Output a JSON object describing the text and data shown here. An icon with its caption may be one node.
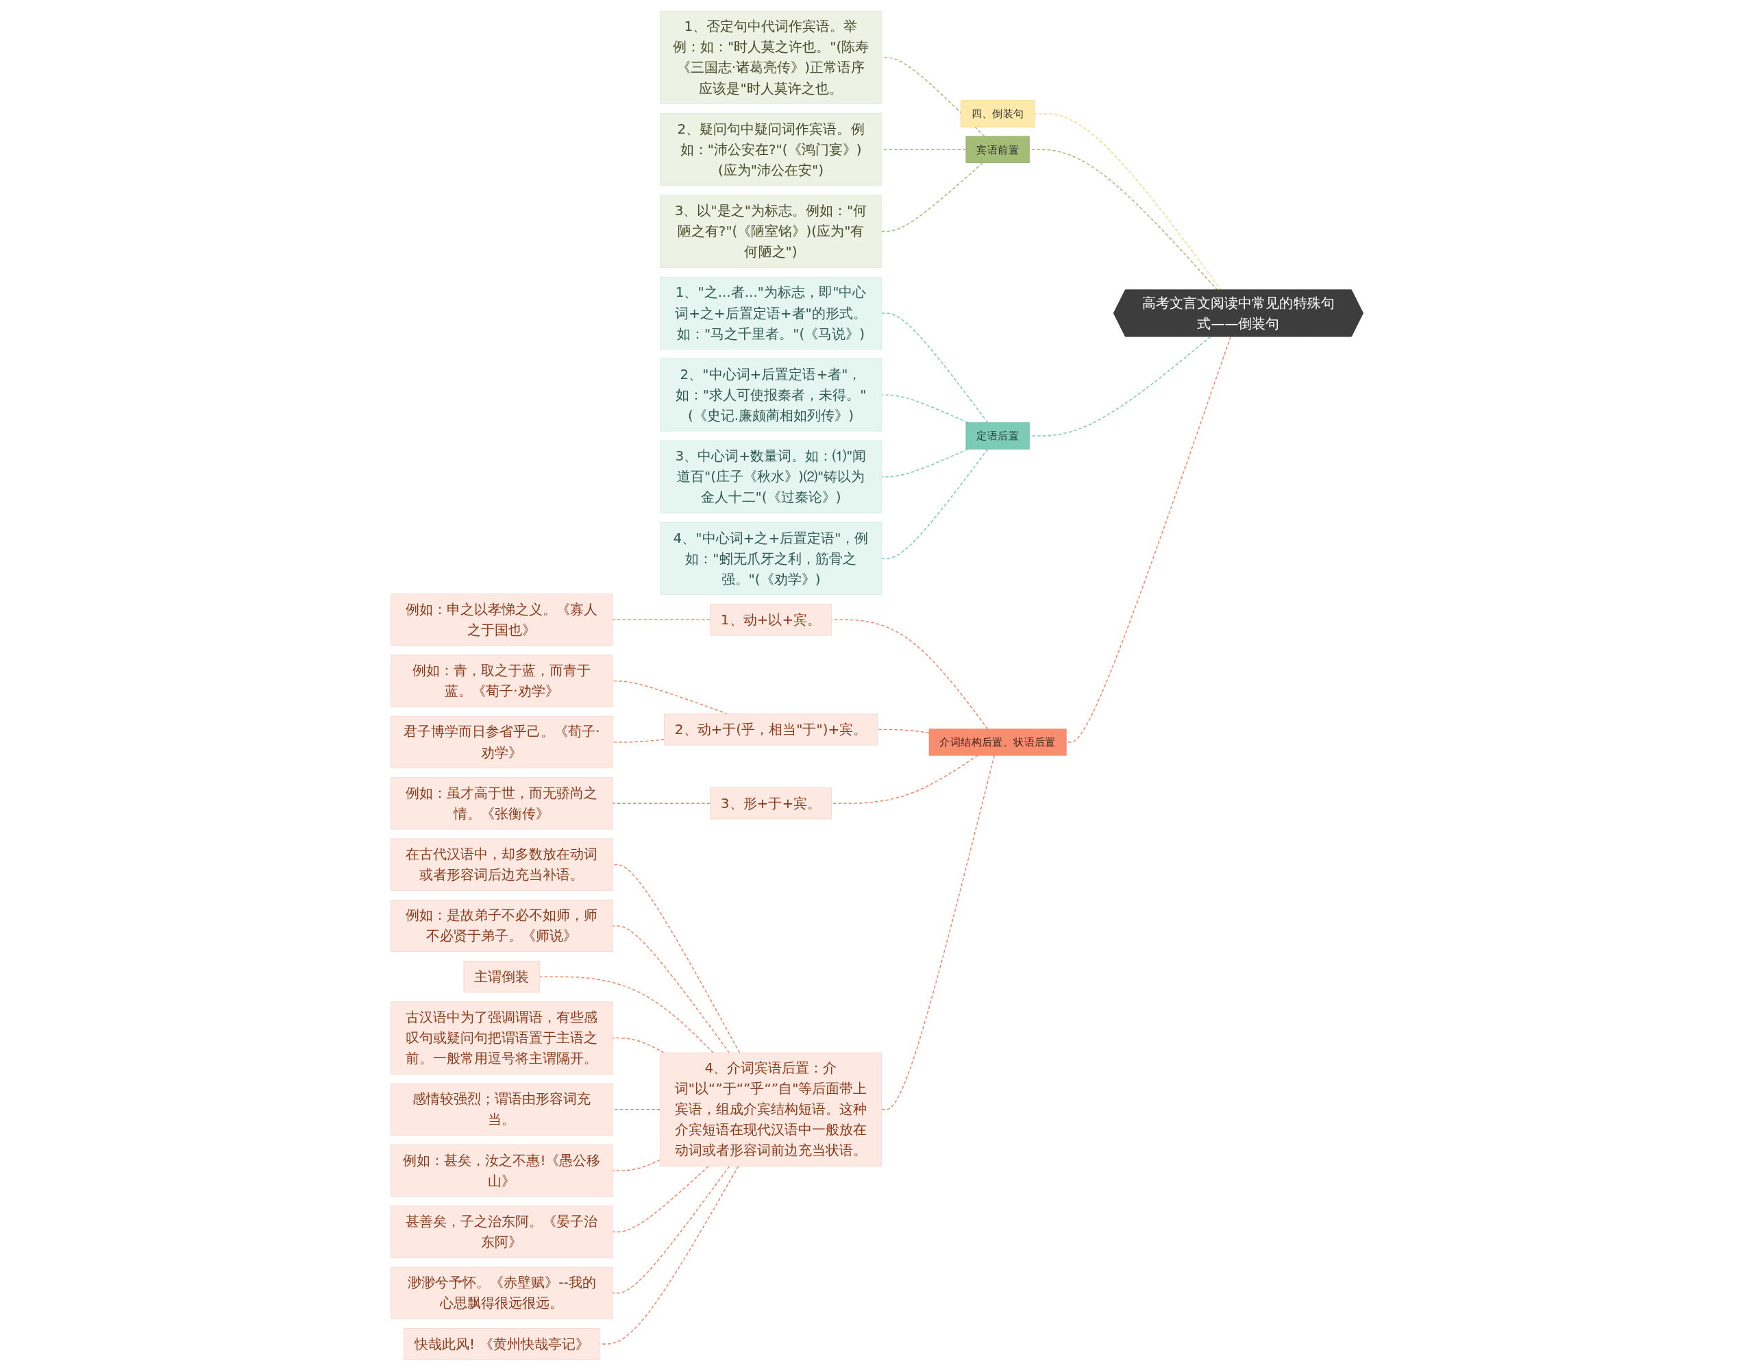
{
  "diagram": {
    "nodes": [
      {
        "text": [
          "高考文言文阅读中常见的特殊句式——倒装句"
        ]
      },
      {
        "text": [
          "四、倒装句"
        ]
      },
      {
        "text": [
          "宾语前置"
        ]
      },
      {
        "text": [
          "1、否定句中代词作宾语。举例：如：\"时人莫之许也。\"(陈寿《三国志·诸葛亮传》)正常语序应该是\"时人莫许之也。"
        ]
      },
      {
        "text": [
          "2、疑问句中疑问词作宾语。例如：\"沛公安在?\"(《鸿门宴》)(应为\"沛公在安\")"
        ]
      },
      {
        "text": [
          "3、以\"是之\"为标志。例如：\"何陋之有?\"(《陋室铭》)(应为\"有何陋之\")"
        ]
      },
      {
        "text": [
          "介词结构后置、状语后置"
        ]
      },
      {
        "text": [
          "1、动+以+宾。"
        ]
      },
      {
        "text": [
          "例如：申之以孝悌之义。《寡人之于国也》"
        ]
      },
      {
        "text": [
          "2、动+于(乎，相当\"于\")+宾。"
        ]
      },
      {
        "text": [
          "例如：青，取之于蓝，而青于蓝。《荀子·劝学》"
        ]
      },
      {
        "text": [
          "君子博学而日参省乎己。《荀子·劝学》"
        ]
      },
      {
        "text": [
          "3、形+于+宾。"
        ]
      },
      {
        "text": [
          "例如：虽才高于世，而无骄尚之情。《张衡传》"
        ]
      },
      {
        "text": [
          "4、介词宾语后置：介词\"以“”于“”乎“”自\"等后面带上宾语，组成介宾结构短语。这种介宾短语在现代汉语中一般放在动词或者形容词前边充当状语。"
        ]
      },
      {
        "text": [
          "在古代汉语中，却多数放在动词或者形容词后边充当补语。"
        ]
      },
      {
        "text": [
          "例如：是故弟子不必不如师，师不必贤于弟子。《师说》"
        ]
      },
      {
        "text": [
          "主谓倒装"
        ]
      },
      {
        "text": [
          "古汉语中为了强调谓语，有些感叹句或疑问句把谓语置于主语之前。一般常用逗号将主谓隔开。"
        ]
      },
      {
        "text": [
          "感情较强烈；谓语由形容词充当。"
        ]
      },
      {
        "text": [
          "例如：甚矣，汝之不惠!《愚公移山》"
        ]
      },
      {
        "text": [
          "甚善矣，子之治东阿。《晏子治东阿》"
        ]
      },
      {
        "text": [
          "渺渺兮予怀。《赤壁赋》--我的心思飘得很远很远。"
        ]
      },
      {
        "text": [
          "快哉此风! 《黄州快哉亭记》"
        ]
      },
      {
        "text": [
          "定语后置"
        ]
      },
      {
        "text": [
          "1、\"之...者...\"为标志，即\"中心词+之+后置定语+者\"的形式。如：\"马之千里者。\"(《马说》)"
        ]
      },
      {
        "text": [
          "2、\"中心词+后置定语+者\"，如：\"求人可使报秦者，未得。\"(《史记.廉颇蔺相如列传》)"
        ]
      },
      {
        "text": [
          "3、中心词+数量词。如：⑴\"闻道百\"(庄子《秋水》)⑵\"铸以为金人十二\"(《过秦论》)"
        ]
      },
      {
        "text": [
          "4、\"中心词+之+后置定语\"，例如：\"蚓无爪牙之利，筋骨之强。\"(《劝学》)"
        ]
      }
    ],
    "edges": [
      {
        "from": 0,
        "to": 1,
        "arrow": "none",
        "style": "dashed",
        "color": "#f5d98b"
      },
      {
        "from": 0,
        "to": 2,
        "arrow": "none",
        "style": "dashed",
        "color": "#a3bd77"
      },
      {
        "from": 2,
        "to": 3,
        "arrow": "none",
        "style": "dashed",
        "color": "#a3bd77"
      },
      {
        "from": 2,
        "to": 4,
        "arrow": "none",
        "style": "dashed",
        "color": "#a3bd77"
      },
      {
        "from": 2,
        "to": 5,
        "arrow": "none",
        "style": "dashed",
        "color": "#a3bd77"
      },
      {
        "from": 0,
        "to": 6,
        "arrow": "none",
        "style": "dashed",
        "color": "#f0896a"
      },
      {
        "from": 6,
        "to": 7,
        "arrow": "none",
        "style": "dashed",
        "color": "#f0896a"
      },
      {
        "from": 7,
        "to": 8,
        "arrow": "none",
        "style": "dashed",
        "color": "#f0896a"
      },
      {
        "from": 6,
        "to": 9,
        "arrow": "none",
        "style": "dashed",
        "color": "#f0896a"
      },
      {
        "from": 9,
        "to": 10,
        "arrow": "none",
        "style": "dashed",
        "color": "#f0896a"
      },
      {
        "from": 9,
        "to": 11,
        "arrow": "none",
        "style": "dashed",
        "color": "#f0896a"
      },
      {
        "from": 6,
        "to": 12,
        "arrow": "none",
        "style": "dashed",
        "color": "#f0896a"
      },
      {
        "from": 12,
        "to": 13,
        "arrow": "none",
        "style": "dashed",
        "color": "#f0896a"
      },
      {
        "from": 6,
        "to": 14,
        "arrow": "none",
        "style": "dashed",
        "color": "#f0896a"
      },
      {
        "from": 14,
        "to": 15,
        "arrow": "none",
        "style": "dashed",
        "color": "#f0896a"
      },
      {
        "from": 14,
        "to": 16,
        "arrow": "none",
        "style": "dashed",
        "color": "#f0896a"
      },
      {
        "from": 14,
        "to": 17,
        "arrow": "none",
        "style": "dashed",
        "color": "#f0896a"
      },
      {
        "from": 14,
        "to": 18,
        "arrow": "none",
        "style": "dashed",
        "color": "#f0896a"
      },
      {
        "from": 14,
        "to": 19,
        "arrow": "none",
        "style": "dashed",
        "color": "#f0896a"
      },
      {
        "from": 14,
        "to": 20,
        "arrow": "none",
        "style": "dashed",
        "color": "#f0896a"
      },
      {
        "from": 14,
        "to": 21,
        "arrow": "none",
        "style": "dashed",
        "color": "#f0896a"
      },
      {
        "from": 14,
        "to": 22,
        "arrow": "none",
        "style": "dashed",
        "color": "#f0896a"
      },
      {
        "from": 14,
        "to": 23,
        "arrow": "none",
        "style": "dashed",
        "color": "#f0896a"
      },
      {
        "from": 0,
        "to": 24,
        "arrow": "none",
        "style": "dashed",
        "color": "#7ccbb6"
      },
      {
        "from": 24,
        "to": 25,
        "arrow": "none",
        "style": "dashed",
        "color": "#7ccbb6"
      },
      {
        "from": 24,
        "to": 26,
        "arrow": "none",
        "style": "dashed",
        "color": "#7ccbb6"
      },
      {
        "from": 24,
        "to": 27,
        "arrow": "none",
        "style": "dashed",
        "color": "#7ccbb6"
      },
      {
        "from": 24,
        "to": 28,
        "arrow": "none",
        "style": "dashed",
        "color": "#7ccbb6"
      }
    ]
  }
}
